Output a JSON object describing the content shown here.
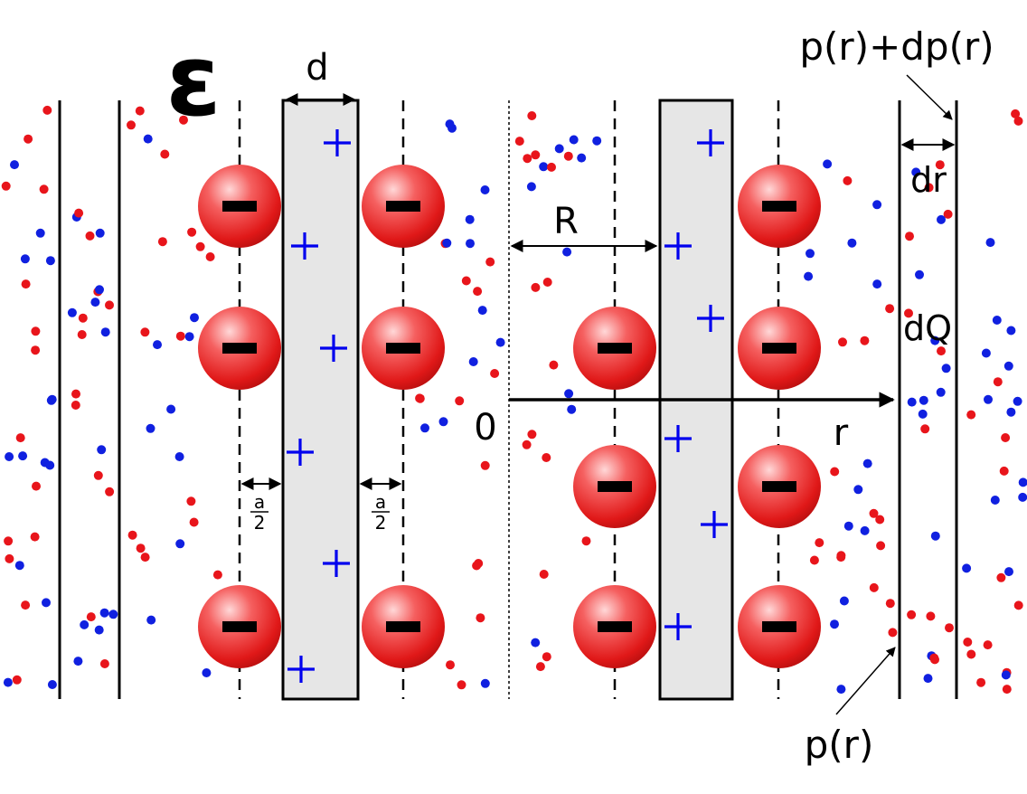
{
  "labels": {
    "epsilon": "ε",
    "d": "d",
    "R": "R",
    "origin": "0",
    "r": "r",
    "dr": "dr",
    "dQ": "dQ",
    "p_top": "p(r)+dp(r)",
    "p_bottom": "p(r)",
    "half_a_num": "a",
    "half_a_den": "2"
  },
  "colors": {
    "cation": "#1020e0",
    "anion": "#e8151b",
    "plate_fill": "#e6e6e6",
    "plus_sign": "#0000ee"
  }
}
